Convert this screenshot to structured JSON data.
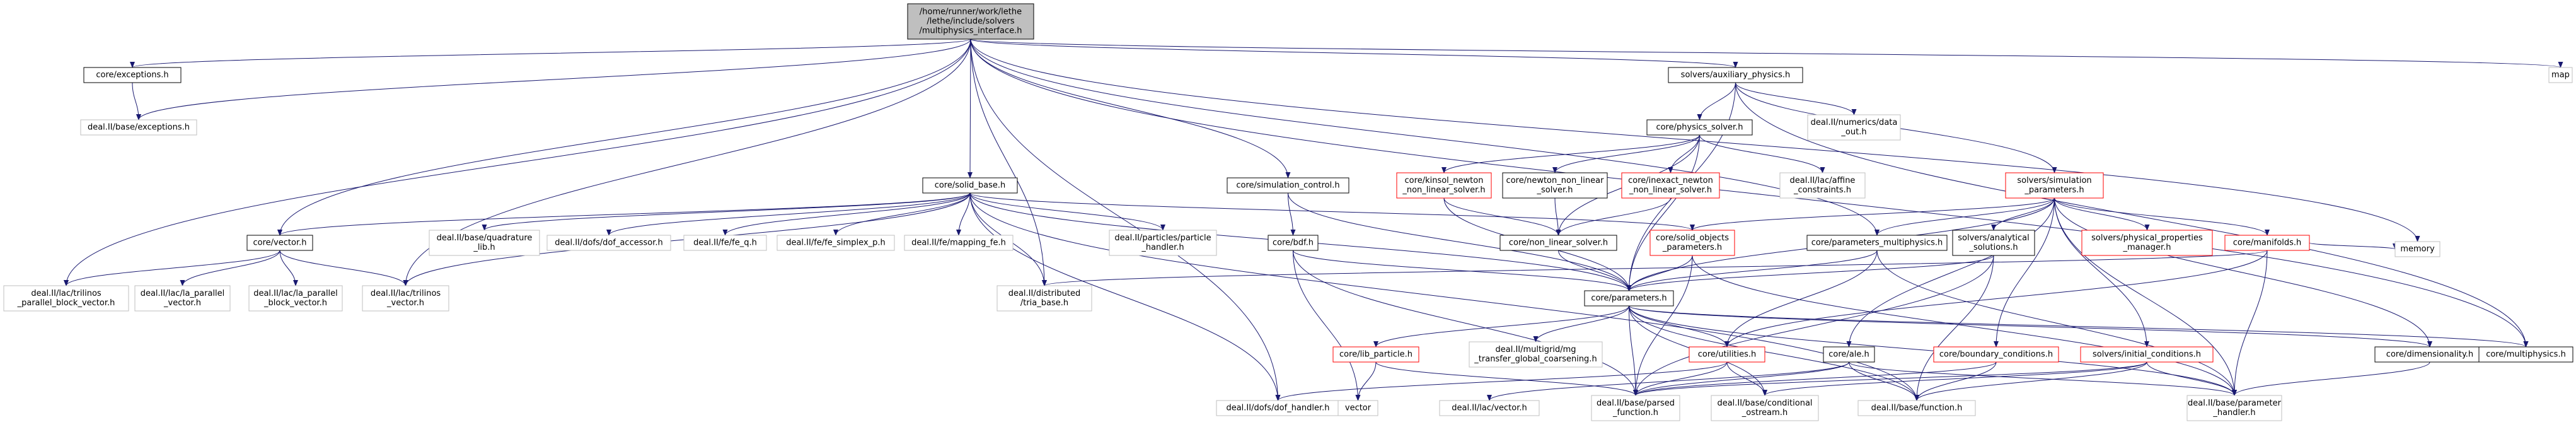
{
  "graph": {
    "colors": {
      "edge": "#191970",
      "root_fill": "#bfbfbf",
      "border_default": "#000000",
      "border_external": "#bfbfbf",
      "border_incomplete": "#ff0000",
      "text": "#000000"
    },
    "nodes": [
      {
        "id": "root",
        "lines": [
          "/home/runner/work/lethe",
          "/lethe/include/solvers",
          "/multiphysics_interface.h"
        ],
        "style": "root"
      },
      {
        "id": "core_exceptions",
        "lines": [
          "core/exceptions.h"
        ],
        "style": "normal"
      },
      {
        "id": "dealii_exceptions",
        "lines": [
          "deal.II/base/exceptions.h"
        ],
        "style": "external"
      },
      {
        "id": "solvers_aux",
        "lines": [
          "solvers/auxiliary_physics.h"
        ],
        "style": "normal"
      },
      {
        "id": "map",
        "lines": [
          "map"
        ],
        "style": "external"
      },
      {
        "id": "core_physics_solver",
        "lines": [
          "core/physics_solver.h"
        ],
        "style": "normal"
      },
      {
        "id": "dealii_numerics",
        "lines": [
          "deal.II/numerics/data",
          "_out.h"
        ],
        "style": "external"
      },
      {
        "id": "solvers_sim_params",
        "lines": [
          "solvers/simulation",
          "_parameters.h"
        ],
        "style": "incomplete"
      },
      {
        "id": "core_solid_base",
        "lines": [
          "core/solid_base.h"
        ],
        "style": "normal"
      },
      {
        "id": "core_sim_control",
        "lines": [
          "core/simulation_control.h"
        ],
        "style": "normal"
      },
      {
        "id": "core_kinsol",
        "lines": [
          "core/kinsol_newton",
          "_non_linear_solver.h"
        ],
        "style": "incomplete"
      },
      {
        "id": "core_newton",
        "lines": [
          "core/newton_non_linear",
          "_solver.h"
        ],
        "style": "normal"
      },
      {
        "id": "core_inexact",
        "lines": [
          "core/inexact_newton",
          "_non_linear_solver.h"
        ],
        "style": "incomplete"
      },
      {
        "id": "dealii_affine",
        "lines": [
          "deal.II/lac/affine",
          "_constraints.h"
        ],
        "style": "external"
      },
      {
        "id": "solvers_phys_props",
        "lines": [
          "solvers/physical_properties",
          "_manager.h"
        ],
        "style": "incomplete"
      },
      {
        "id": "core_manifolds",
        "lines": [
          "core/manifolds.h"
        ],
        "style": "incomplete"
      },
      {
        "id": "solvers_analytical",
        "lines": [
          "solvers/analytical",
          "_solutions.h"
        ],
        "style": "normal"
      },
      {
        "id": "core_params_multi",
        "lines": [
          "core/parameters_multiphysics.h"
        ],
        "style": "normal"
      },
      {
        "id": "core_vector",
        "lines": [
          "core/vector.h"
        ],
        "style": "normal"
      },
      {
        "id": "dealii_quadrature",
        "lines": [
          "deal.II/base/quadrature",
          "_lib.h"
        ],
        "style": "external"
      },
      {
        "id": "dealii_dof_accessor",
        "lines": [
          "deal.II/dofs/dof_accessor.h"
        ],
        "style": "external"
      },
      {
        "id": "dealii_fe_q",
        "lines": [
          "deal.II/fe/fe_q.h"
        ],
        "style": "external"
      },
      {
        "id": "dealii_fe_simplex",
        "lines": [
          "deal.II/fe/fe_simplex_p.h"
        ],
        "style": "external"
      },
      {
        "id": "dealii_mapping_fe",
        "lines": [
          "deal.II/fe/mapping_fe.h"
        ],
        "style": "external"
      },
      {
        "id": "dealii_particle_handler",
        "lines": [
          "deal.II/particles/particle",
          "_handler.h"
        ],
        "style": "external"
      },
      {
        "id": "core_bdf",
        "lines": [
          "core/bdf.h"
        ],
        "style": "normal"
      },
      {
        "id": "core_non_linear",
        "lines": [
          "core/non_linear_solver.h"
        ],
        "style": "normal"
      },
      {
        "id": "core_solid_objects",
        "lines": [
          "core/solid_objects",
          "_parameters.h"
        ],
        "style": "incomplete"
      },
      {
        "id": "memory",
        "lines": [
          "memory"
        ],
        "style": "external"
      },
      {
        "id": "dealii_trilinos_pbv",
        "lines": [
          "deal.II/lac/trilinos",
          "_parallel_block_vector.h"
        ],
        "style": "external"
      },
      {
        "id": "dealii_la_parallel_vector",
        "lines": [
          "deal.II/lac/la_parallel",
          "_vector.h"
        ],
        "style": "external"
      },
      {
        "id": "dealii_la_parallel_block",
        "lines": [
          "deal.II/lac/la_parallel",
          "_block_vector.h"
        ],
        "style": "external"
      },
      {
        "id": "dealii_trilinos_vector",
        "lines": [
          "deal.II/lac/trilinos",
          "_vector.h"
        ],
        "style": "external"
      },
      {
        "id": "dealii_tria_base",
        "lines": [
          "deal.II/distributed",
          "/tria_base.h"
        ],
        "style": "external"
      },
      {
        "id": "core_parameters",
        "lines": [
          "core/parameters.h"
        ],
        "style": "normal"
      },
      {
        "id": "core_lib_particle",
        "lines": [
          "core/lib_particle.h"
        ],
        "style": "incomplete"
      },
      {
        "id": "dealii_mg_transfer",
        "lines": [
          "deal.II/multigrid/mg",
          "_transfer_global_coarsening.h"
        ],
        "style": "external"
      },
      {
        "id": "core_utilities",
        "lines": [
          "core/utilities.h"
        ],
        "style": "incomplete"
      },
      {
        "id": "core_ale",
        "lines": [
          "core/ale.h"
        ],
        "style": "normal"
      },
      {
        "id": "core_boundary",
        "lines": [
          "core/boundary_conditions.h"
        ],
        "style": "incomplete"
      },
      {
        "id": "solvers_initial",
        "lines": [
          "solvers/initial_conditions.h"
        ],
        "style": "incomplete"
      },
      {
        "id": "core_dimensionality",
        "lines": [
          "core/dimensionality.h"
        ],
        "style": "normal"
      },
      {
        "id": "core_multiphysics",
        "lines": [
          "core/multiphysics.h"
        ],
        "style": "normal"
      },
      {
        "id": "dealii_dof_handler",
        "lines": [
          "deal.II/dofs/dof_handler.h"
        ],
        "style": "external"
      },
      {
        "id": "vector",
        "lines": [
          "vector"
        ],
        "style": "external"
      },
      {
        "id": "dealii_lac_vector",
        "lines": [
          "deal.II/lac/vector.h"
        ],
        "style": "external"
      },
      {
        "id": "dealii_parsed_function",
        "lines": [
          "deal.II/base/parsed",
          "_function.h"
        ],
        "style": "external"
      },
      {
        "id": "dealii_conditional_ostream",
        "lines": [
          "deal.II/base/conditional",
          "_ostream.h"
        ],
        "style": "external"
      },
      {
        "id": "dealii_function",
        "lines": [
          "deal.II/base/function.h"
        ],
        "style": "external"
      },
      {
        "id": "dealii_parameter_handler",
        "lines": [
          "deal.II/base/parameter",
          "_handler.h"
        ],
        "style": "external"
      }
    ],
    "edges": [
      [
        "root",
        "core_exceptions"
      ],
      [
        "root",
        "dealii_exceptions"
      ],
      [
        "root",
        "solvers_aux"
      ],
      [
        "root",
        "map"
      ],
      [
        "root",
        "core_solid_base"
      ],
      [
        "root",
        "core_sim_control"
      ],
      [
        "root",
        "core_vector"
      ],
      [
        "root",
        "dealii_trilinos_pbv"
      ],
      [
        "root",
        "dealii_trilinos_vector"
      ],
      [
        "root",
        "dealii_tria_base"
      ],
      [
        "root",
        "dealii_dof_handler"
      ],
      [
        "root",
        "memory"
      ],
      [
        "root",
        "core_multiphysics"
      ],
      [
        "root",
        "core_params_multi"
      ],
      [
        "core_exceptions",
        "dealii_exceptions"
      ],
      [
        "solvers_aux",
        "core_physics_solver"
      ],
      [
        "solvers_aux",
        "dealii_numerics"
      ],
      [
        "solvers_aux",
        "solvers_sim_params"
      ],
      [
        "solvers_aux",
        "core_parameters"
      ],
      [
        "solvers_aux",
        "core_multiphysics"
      ],
      [
        "core_physics_solver",
        "core_kinsol"
      ],
      [
        "core_physics_solver",
        "core_newton"
      ],
      [
        "core_physics_solver",
        "core_inexact"
      ],
      [
        "core_physics_solver",
        "dealii_affine"
      ],
      [
        "core_physics_solver",
        "core_parameters"
      ],
      [
        "core_physics_solver",
        "core_non_linear"
      ],
      [
        "core_kinsol",
        "core_non_linear"
      ],
      [
        "core_kinsol",
        "core_parameters"
      ],
      [
        "core_newton",
        "core_non_linear"
      ],
      [
        "core_inexact",
        "core_non_linear"
      ],
      [
        "core_non_linear",
        "core_parameters"
      ],
      [
        "solvers_sim_params",
        "solvers_phys_props"
      ],
      [
        "solvers_sim_params",
        "core_manifolds"
      ],
      [
        "solvers_sim_params",
        "solvers_analytical"
      ],
      [
        "solvers_sim_params",
        "core_params_multi"
      ],
      [
        "solvers_sim_params",
        "core_parameters"
      ],
      [
        "solvers_sim_params",
        "core_solid_objects"
      ],
      [
        "solvers_sim_params",
        "core_boundary"
      ],
      [
        "solvers_sim_params",
        "solvers_initial"
      ],
      [
        "solvers_sim_params",
        "core_ale"
      ],
      [
        "solvers_sim_params",
        "core_dimensionality"
      ],
      [
        "solvers_sim_params",
        "dealii_parameter_handler"
      ],
      [
        "core_manifolds",
        "memory"
      ],
      [
        "core_manifolds",
        "dealii_tria_base"
      ],
      [
        "core_manifolds",
        "dealii_parameter_handler"
      ],
      [
        "core_manifolds",
        "core_utilities"
      ],
      [
        "solvers_analytical",
        "core_parameters"
      ],
      [
        "solvers_analytical",
        "dealii_function"
      ],
      [
        "solvers_analytical",
        "dealii_parsed_function"
      ],
      [
        "core_params_multi",
        "core_parameters"
      ],
      [
        "core_params_multi",
        "dealii_parameter_handler"
      ],
      [
        "core_params_multi",
        "core_utilities"
      ],
      [
        "core_solid_base",
        "core_vector"
      ],
      [
        "core_solid_base",
        "dealii_quadrature"
      ],
      [
        "core_solid_base",
        "dealii_dof_accessor"
      ],
      [
        "core_solid_base",
        "dealii_fe_q"
      ],
      [
        "core_solid_base",
        "dealii_fe_simplex"
      ],
      [
        "core_solid_base",
        "dealii_mapping_fe"
      ],
      [
        "core_solid_base",
        "dealii_particle_handler"
      ],
      [
        "core_solid_base",
        "core_solid_objects"
      ],
      [
        "core_solid_base",
        "core_parameters"
      ],
      [
        "core_solid_base",
        "dealii_tria_base"
      ],
      [
        "core_solid_base",
        "dealii_trilinos_vector"
      ],
      [
        "core_solid_base",
        "dealii_dof_handler"
      ],
      [
        "core_solid_base",
        "dealii_function"
      ],
      [
        "core_solid_objects",
        "core_parameters"
      ],
      [
        "core_solid_objects",
        "dealii_parsed_function"
      ],
      [
        "core_solid_objects",
        "dealii_parameter_handler"
      ],
      [
        "core_sim_control",
        "core_bdf"
      ],
      [
        "core_sim_control",
        "core_parameters"
      ],
      [
        "core_bdf",
        "core_parameters"
      ],
      [
        "core_bdf",
        "vector"
      ],
      [
        "core_bdf",
        "dealii_parsed_function"
      ],
      [
        "core_vector",
        "dealii_trilinos_pbv"
      ],
      [
        "core_vector",
        "dealii_la_parallel_vector"
      ],
      [
        "core_vector",
        "dealii_la_parallel_block"
      ],
      [
        "core_vector",
        "dealii_trilinos_vector"
      ],
      [
        "core_parameters",
        "core_lib_particle"
      ],
      [
        "core_parameters",
        "dealii_mg_transfer"
      ],
      [
        "core_parameters",
        "core_utilities"
      ],
      [
        "core_parameters",
        "core_dimensionality"
      ],
      [
        "core_parameters",
        "core_multiphysics"
      ],
      [
        "core_parameters",
        "dealii_parsed_function"
      ],
      [
        "core_parameters",
        "dealii_conditional_ostream"
      ],
      [
        "core_parameters",
        "dealii_function"
      ],
      [
        "core_parameters",
        "dealii_parameter_handler"
      ],
      [
        "core_lib_particle",
        "vector"
      ],
      [
        "core_lib_particle",
        "dealii_parsed_function"
      ],
      [
        "core_utilities",
        "dealii_dof_handler"
      ],
      [
        "core_utilities",
        "dealii_parsed_function"
      ],
      [
        "core_utilities",
        "dealii_conditional_ostream"
      ],
      [
        "core_ale",
        "dealii_lac_vector"
      ],
      [
        "core_ale",
        "dealii_parsed_function"
      ],
      [
        "core_ale",
        "dealii_function"
      ],
      [
        "core_ale",
        "dealii_parameter_handler"
      ],
      [
        "core_boundary",
        "dealii_parsed_function"
      ],
      [
        "core_boundary",
        "dealii_function"
      ],
      [
        "solvers_initial",
        "dealii_parsed_function"
      ],
      [
        "solvers_initial",
        "dealii_function"
      ],
      [
        "solvers_initial",
        "dealii_parameter_handler"
      ],
      [
        "solvers_initial",
        "dealii_conditional_ostream"
      ],
      [
        "core_dimensionality",
        "dealii_parameter_handler"
      ]
    ]
  }
}
